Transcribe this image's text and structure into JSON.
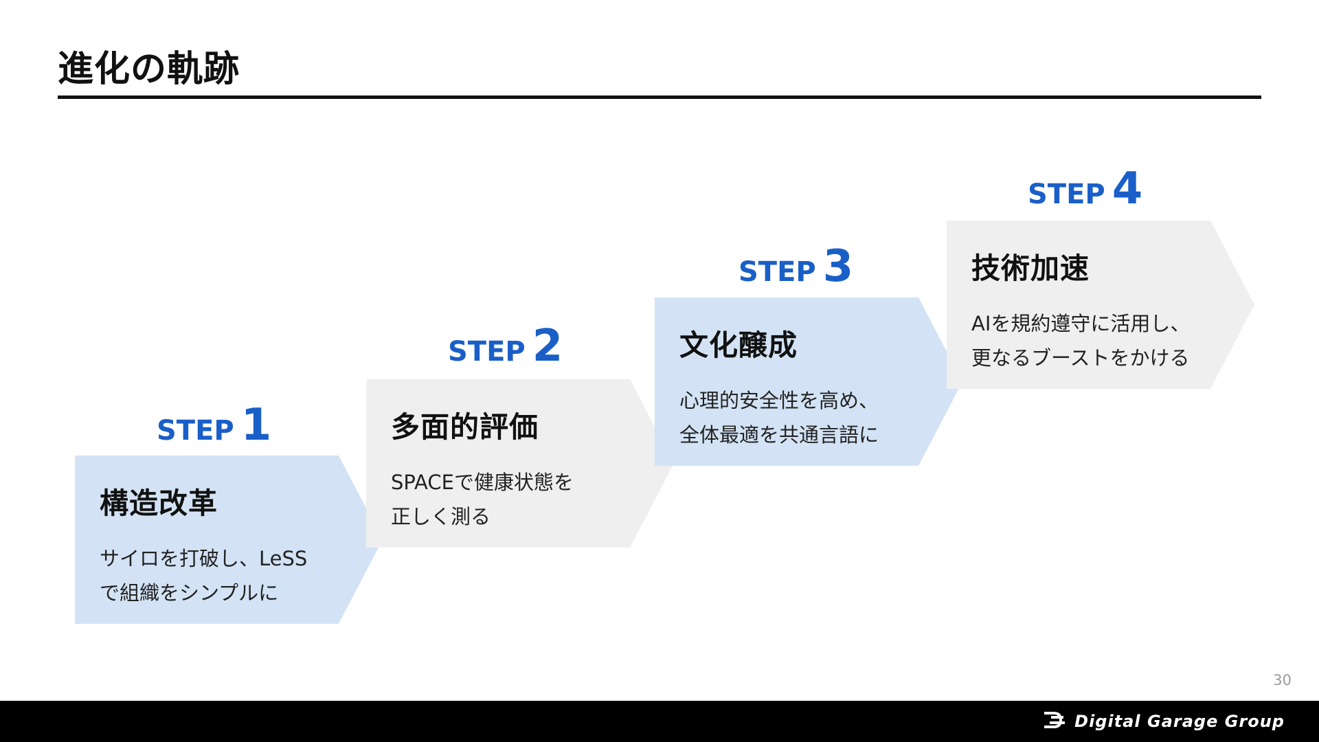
{
  "slide": {
    "title": "進化の軌跡",
    "page_number": "30"
  },
  "colors": {
    "accent_blue": "#1a5fc8",
    "card_blue": "#d3e3f5",
    "card_gray": "#efefef",
    "rule": "#111111",
    "footer": "#000000"
  },
  "steps": [
    {
      "step_word": "STEP",
      "number": "1",
      "title": "構造改革",
      "desc_lines": [
        "サイロを打破し、LeSS",
        "で組織をシンプルに"
      ],
      "card_color": "#d3e3f5"
    },
    {
      "step_word": "STEP",
      "number": "2",
      "title": "多面的評価",
      "desc_lines": [
        "SPACEで健康状態を",
        "正しく測る"
      ],
      "card_color": "#efefef"
    },
    {
      "step_word": "STEP",
      "number": "3",
      "title": "文化醸成",
      "desc_lines": [
        "心理的安全性を高め、",
        "全体最適を共通言語に"
      ],
      "card_color": "#d3e3f5"
    },
    {
      "step_word": "STEP",
      "number": "4",
      "title": "技術加速",
      "desc_lines": [
        "AIを規約遵守に活用し、",
        "更なるブーストをかける"
      ],
      "card_color": "#efefef"
    }
  ],
  "footer": {
    "company": "Digital Garage Group",
    "logo_icon": "dg-logo-icon"
  }
}
